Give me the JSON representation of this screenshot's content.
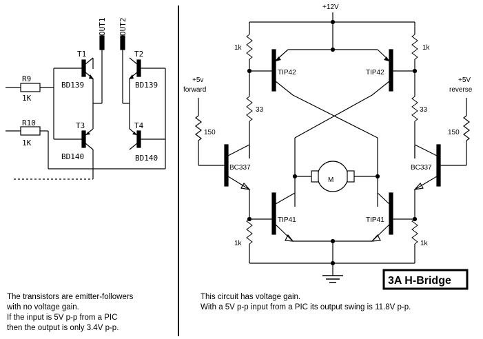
{
  "left_circuit": {
    "transistors": {
      "t1": "T1",
      "t2": "T2",
      "t3": "T3",
      "t4": "T4"
    },
    "parts": {
      "t1": "BD139",
      "t2": "BD139",
      "t3": "BD140",
      "t4": "BD140"
    },
    "outputs": {
      "out1": "OUT1",
      "out2": "OUT2"
    },
    "resistors": {
      "r9_name": "R9",
      "r9_value": "1K",
      "r10_name": "R10",
      "r10_value": "1K"
    }
  },
  "right_circuit": {
    "supply": "+12V",
    "title": "3A H-Bridge",
    "motor": "M",
    "inputs": {
      "forward": [
        "+5v",
        "forward"
      ],
      "reverse": [
        "+5V",
        "reverse"
      ]
    },
    "resistors": {
      "top": "1k",
      "mid": "33",
      "base": "150",
      "bottom": "1k"
    },
    "transistors": {
      "upper": "TIP42",
      "lower": "TIP41",
      "driver": "BC337"
    }
  },
  "notes": {
    "left": [
      "The transistors are emitter-followers",
      "with no voltage gain.",
      "If the input is 5V p-p from a PIC",
      "then the output is only 3.4V p-p."
    ],
    "right": [
      "This circuit has voltage gain.",
      "With a 5V p-p input from a PIC its output swing is 11.8V p-p."
    ]
  }
}
